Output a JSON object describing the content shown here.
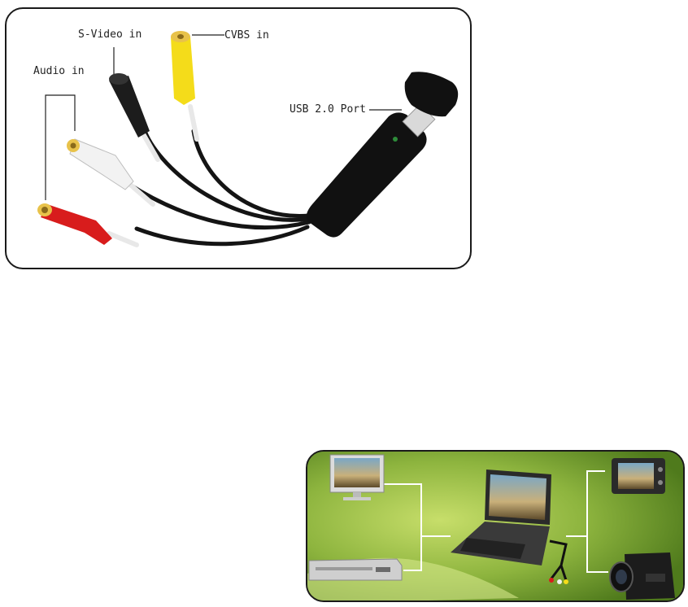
{
  "labels": {
    "audio_in": "Audio in",
    "svideo_in": "S-Video in",
    "cvbs_in": "CVBS in",
    "usb_port": "USB 2.0 Port"
  },
  "colors": {
    "background": "#ffffff",
    "panel_border": "#1a1a1a",
    "scene_green": "#7aa436",
    "cable_black": "#141414",
    "rca_red": "#d81c1c",
    "rca_white": "#f2f2f2",
    "rca_yellow": "#f4dc1a"
  }
}
